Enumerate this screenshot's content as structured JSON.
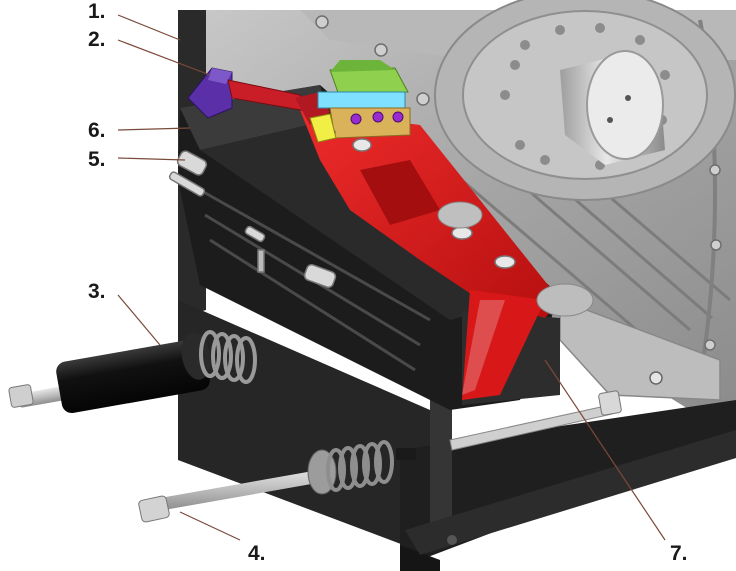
{
  "callouts": [
    {
      "id": "1",
      "label": "1."
    },
    {
      "id": "2",
      "label": "2."
    },
    {
      "id": "3",
      "label": "3."
    },
    {
      "id": "4",
      "label": "4."
    },
    {
      "id": "5",
      "label": "5."
    },
    {
      "id": "6",
      "label": "6."
    },
    {
      "id": "7",
      "label": "7."
    }
  ],
  "colors": {
    "background": "#ffffff",
    "frame": "#2b2b2b",
    "housing": "#a9a9a9",
    "jaw_red": "#d81818",
    "arm_purple": "#5a2fa8",
    "block_green": "#8fd14f",
    "block_cyan": "#7fe0ff",
    "block_tan": "#d9b25a",
    "spring": "#9a9a9a"
  }
}
